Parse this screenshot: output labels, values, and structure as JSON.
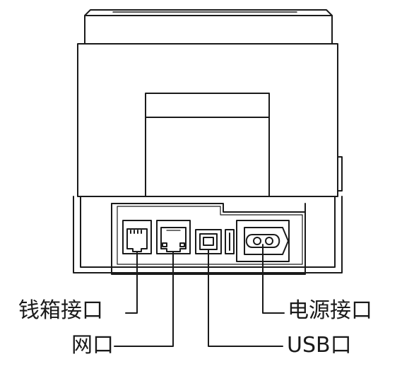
{
  "labels": {
    "cash_drawer_port": "钱箱接口",
    "network_port": "网口",
    "power_port": "电源接口",
    "usb_port": "USB口"
  },
  "colors": {
    "stroke": "#1a1a1a",
    "background": "#ffffff"
  }
}
